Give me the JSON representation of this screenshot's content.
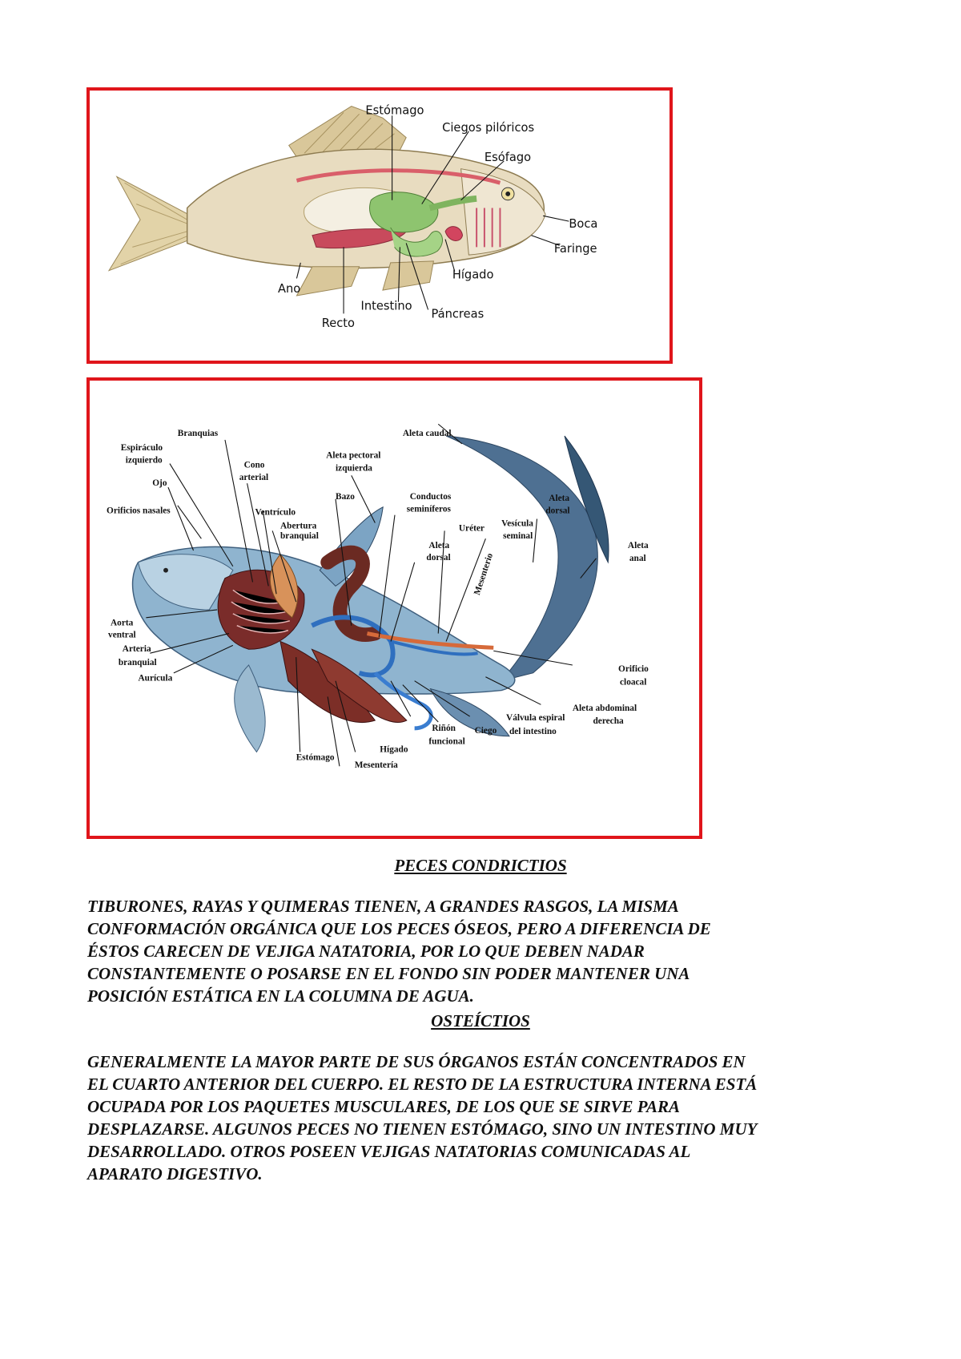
{
  "figure_bony_fish": {
    "labels": {
      "estomago": "Estómago",
      "ciegos": "Ciegos pilóricos",
      "esofago": "Esófago",
      "boca": "Boca",
      "faringe": "Faringe",
      "higado": "Hígado",
      "pancreas": "Páncreas",
      "intestino": "Intestino",
      "recto": "Recto",
      "ano": "Ano"
    }
  },
  "figure_shark": {
    "labels": {
      "branquias": "Branquias",
      "espiraculo1": "Espiráculo",
      "espiraculo2": "izquierdo",
      "ojo": "Ojo",
      "orificios": "Orificios nasales",
      "cono1": "Cono",
      "cono2": "arterial",
      "ventriculo": "Ventrículo",
      "abertura1": "Abertura",
      "abertura2": "branquial",
      "pectoral1": "Aleta pectoral",
      "pectoral2": "izquierda",
      "bazo": "Bazo",
      "conductos1": "Conductos",
      "conductos2": "seminíferos",
      "caudal": "Aleta caudal",
      "ureter": "Uréter",
      "vesicula1": "Vesícula",
      "vesicula2": "seminal",
      "dorsal_a1": "Aleta",
      "dorsal_a2": "dorsal",
      "dorsal_b1": "Aleta",
      "dorsal_b2": "dorsal",
      "anal1": "Aleta",
      "anal2": "anal",
      "mesenterio_v": "Mesenterio",
      "aorta1": "Aorta",
      "aorta2": "ventral",
      "arteria1": "Arteria",
      "arteria2": "branquial",
      "auricula": "Aurícula",
      "orificio1": "Orificio",
      "orificio2": "cloacal",
      "abdominal1": "Aleta abdominal",
      "abdominal2": "derecha",
      "valvula1": "Válvula espiral",
      "valvula2": "del intestino",
      "rinon1": "Riñón",
      "rinon2": "funcional",
      "ciego": "Ciego",
      "estomago": "Estómago",
      "higado": "Hígado",
      "mesenteria": "Mesentería"
    }
  },
  "sections": [
    {
      "heading": "PECES CONDRICTIOS",
      "lines": [
        "TIBURONES, RAYAS Y QUIMERAS TIENEN, A GRANDES RASGOS, LA MISMA",
        "CONFORMACIÓN ORGÁNICA QUE LOS PECES ÓSEOS, PERO A DIFERENCIA DE",
        "ÉSTOS CARECEN DE VEJIGA NATATORIA, POR LO QUE DEBEN NADAR",
        "CONSTANTEMENTE O POSARSE EN EL FONDO SIN PODER MANTENER UNA",
        "POSICIÓN ESTÁTICA EN LA COLUMNA DE AGUA."
      ]
    },
    {
      "heading": "OSTEÍCTIOS",
      "lines": [
        "GENERALMENTE LA MAYOR PARTE DE SUS ÓRGANOS ESTÁN CONCENTRADOS EN",
        "EL CUARTO ANTERIOR DEL CUERPO. EL RESTO DE LA ESTRUCTURA INTERNA ESTÁ",
        "OCUPADA POR LOS PAQUETES MUSCULARES, DE LOS QUE SE SIRVE PARA",
        "DESPLAZARSE. ALGUNOS PECES NO TIENEN ESTÓMAGO, SINO UN INTESTINO MUY",
        "DESARROLLADO. OTROS POSEEN VEJIGAS NATATORIAS COMUNICADAS AL",
        "APARATO DIGESTIVO."
      ]
    }
  ]
}
